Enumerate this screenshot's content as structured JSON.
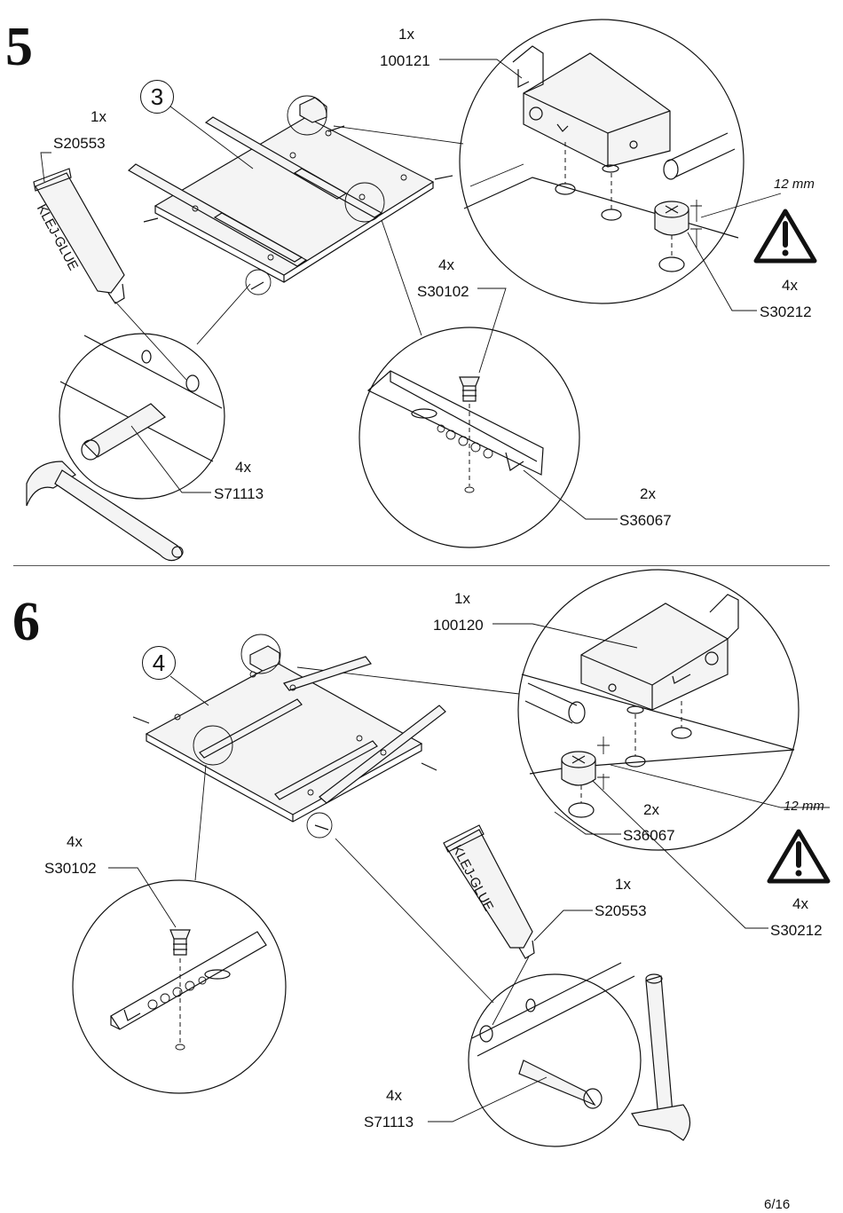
{
  "page_number": "6/16",
  "step5": {
    "number": "5",
    "panel_badge": "3",
    "mm_note": "12 mm",
    "glue_text": "KLEJ-GLUE",
    "parts": {
      "bracket": {
        "qty": "1x",
        "code": "100121"
      },
      "glue": {
        "qty": "1x",
        "code": "S20553"
      },
      "screw": {
        "qty": "4x",
        "code": "S30102"
      },
      "cam": {
        "qty": "4x",
        "code": "S30212"
      },
      "dowel": {
        "qty": "4x",
        "code": "S71113"
      },
      "runner": {
        "qty": "2x",
        "code": "S36067"
      }
    }
  },
  "step6": {
    "number": "6",
    "panel_badge": "4",
    "mm_note": "12 mm",
    "glue_text": "KLEJ-GLUE",
    "parts": {
      "bracket": {
        "qty": "1x",
        "code": "100120"
      },
      "runner": {
        "qty": "2x",
        "code": "S36067"
      },
      "screw": {
        "qty": "4x",
        "code": "S30102"
      },
      "cam": {
        "qty": "4x",
        "code": "S30212"
      },
      "glue": {
        "qty": "1x",
        "code": "S20553"
      },
      "dowel": {
        "qty": "4x",
        "code": "S71113"
      }
    }
  },
  "icons": [
    "warning-icon",
    "hammer-icon",
    "glue-tube-icon",
    "screw-icon",
    "cam-lock-icon",
    "dowel-icon",
    "drawer-runner-icon",
    "bracket-icon"
  ]
}
